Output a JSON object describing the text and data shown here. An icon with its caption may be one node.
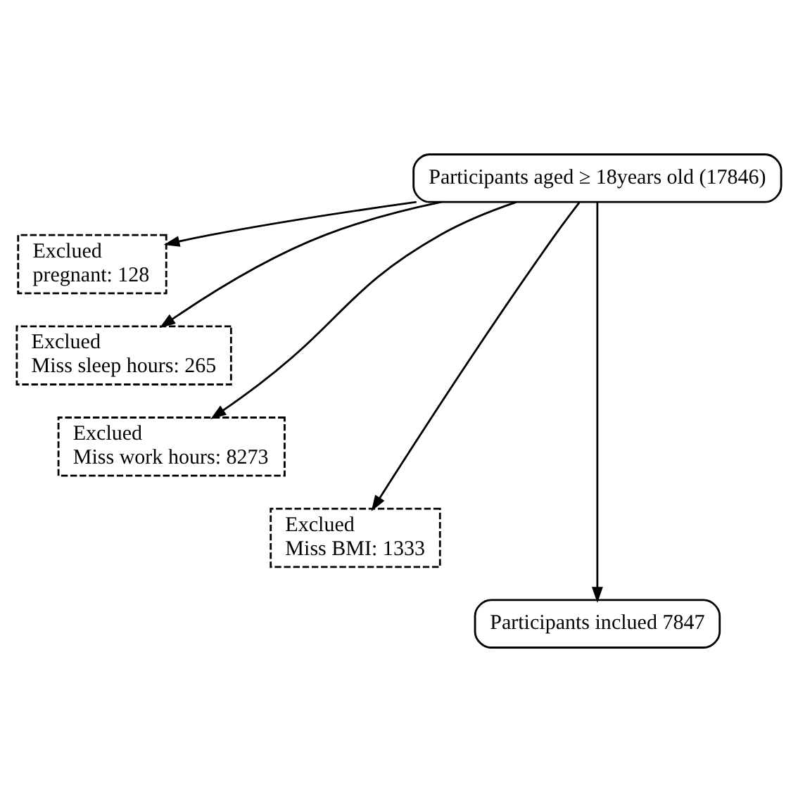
{
  "diagram": {
    "nodes": [
      {
        "text": [
          "Participants aged ≥ 18years old (17846)"
        ]
      },
      {
        "text": [
          "Exclued",
          "pregnant: 128"
        ]
      },
      {
        "text": [
          "Exclued",
          "Miss sleep hours: 265"
        ]
      },
      {
        "text": [
          "Exclued",
          "Miss work hours: 8273"
        ]
      },
      {
        "text": [
          "Exclued",
          "Miss BMI: 1333"
        ]
      },
      {
        "text": [
          "Participants inclued 7847"
        ]
      }
    ],
    "edges": [
      {
        "from": 0,
        "to": 1,
        "arrow": "to"
      },
      {
        "from": 0,
        "to": 2,
        "arrow": "to"
      },
      {
        "from": 0,
        "to": 3,
        "arrow": "to"
      },
      {
        "from": 0,
        "to": 4,
        "arrow": "to"
      },
      {
        "from": 0,
        "to": 5,
        "arrow": "to"
      }
    ]
  }
}
